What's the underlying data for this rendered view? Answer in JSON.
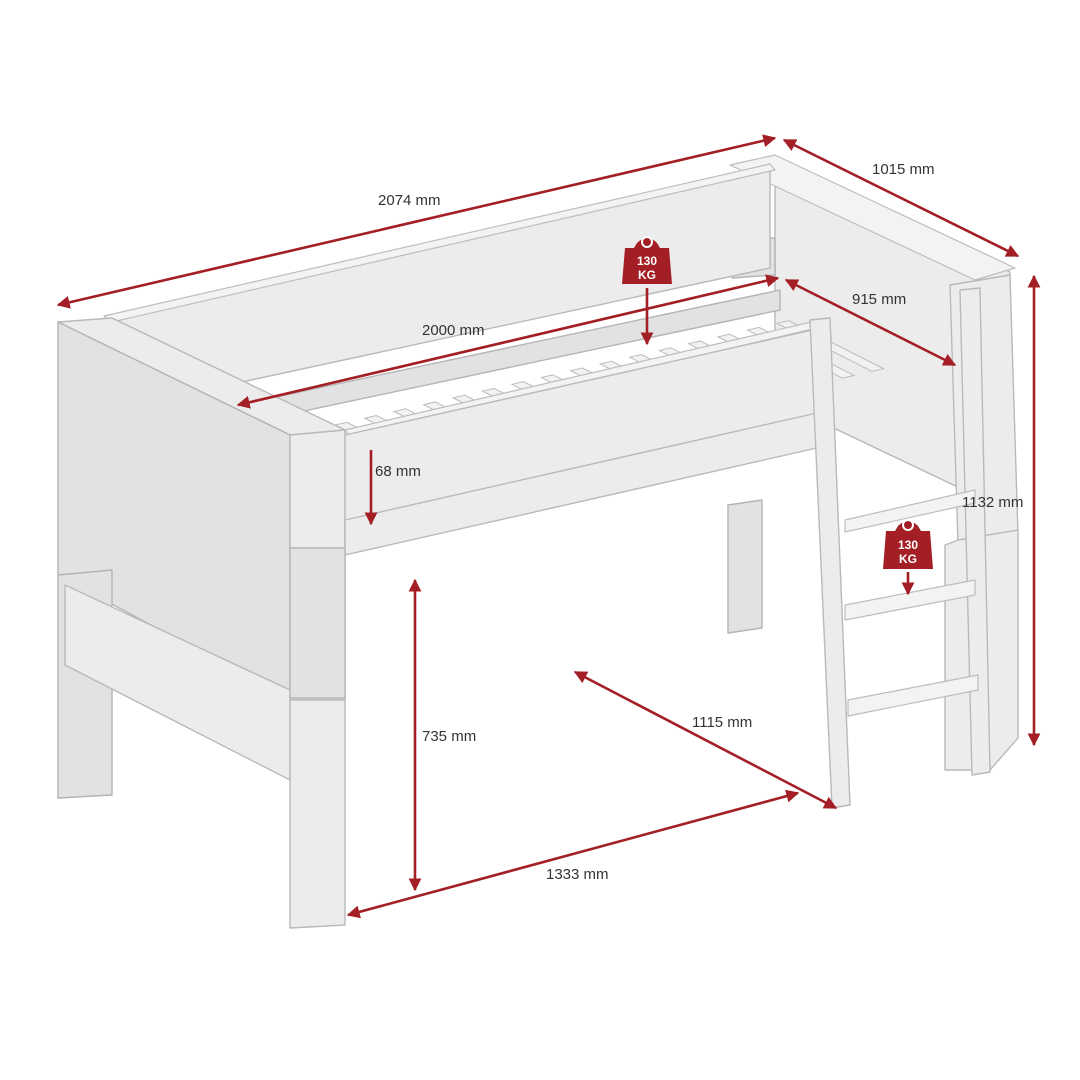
{
  "dimensions": {
    "overall_length": "2074 mm",
    "overall_depth": "1015 mm",
    "mattress_length": "2000 mm",
    "mattress_width": "915 mm",
    "mattress_height": "68 mm",
    "overall_height": "1132 mm",
    "under_height": "735 mm",
    "under_length": "1333 mm",
    "under_depth": "1115 mm"
  },
  "weight_badges": {
    "mattress_load": {
      "value": "130",
      "unit": "KG"
    },
    "ladder_load": {
      "value": "130",
      "unit": "KG"
    }
  },
  "colors": {
    "dimension_accent": "#a31f25",
    "furniture": "#ececec",
    "outline": "#b9b9b9"
  }
}
